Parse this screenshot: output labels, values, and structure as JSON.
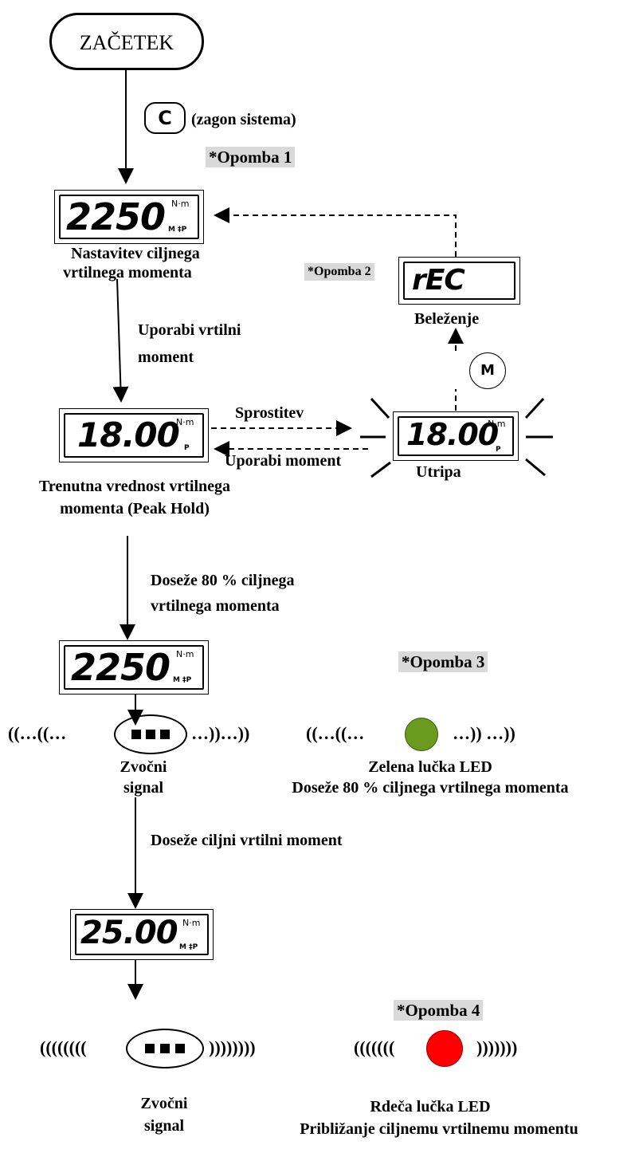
{
  "start": {
    "label": "ZAČETEK"
  },
  "step1": {
    "button_letter": "C",
    "label": "(zagon sistema)"
  },
  "note1": "*Opomba 1",
  "display1": {
    "value": "2250",
    "unit": "N·m",
    "mode": "M ‡P",
    "caption_line1": "Nastavitev ciljnega",
    "caption_line2": "vrtilnega momenta"
  },
  "step2": {
    "line1": "Uporabi vrtilni",
    "line2": "moment"
  },
  "display2": {
    "value": "18.00",
    "unit": "N·m",
    "mode": "P",
    "caption_line1": "Trenutna vrednost vrtilnega",
    "caption_line2": "momenta (Peak Hold)"
  },
  "release_label": "Sprostitev",
  "apply_label": "Uporabi moment",
  "display_blink": {
    "value": "18.00",
    "unit": "N·m",
    "mode": "P",
    "caption": "Utripa"
  },
  "m_button": "M",
  "note2": "*Opomba 2",
  "rec_display": {
    "value": "rEC",
    "caption": "Beleženje"
  },
  "step3": {
    "line1": "Doseže 80 % ciljnega",
    "line2": "vrtilnega momenta"
  },
  "display3": {
    "value": "2250",
    "unit": "N·m",
    "mode": "M ‡P"
  },
  "note3": "*Opomba 3",
  "buzzer1": {
    "left": "((…((…",
    "right": "…))…))",
    "caption_line1": "Zvočni",
    "caption_line2": "signal"
  },
  "led_green": {
    "left": "((…((…",
    "right": "…)) …))",
    "color": "#6b9b1e",
    "caption_line1": "Zelena lučka LED",
    "caption_line2": "Doseže 80 % ciljnega vrtilnega momenta"
  },
  "step4": "Doseže ciljni vrtilni moment",
  "display4": {
    "value": "25.00",
    "unit": "N·m",
    "mode": "M ‡P"
  },
  "note4": "*Opomba 4",
  "buzzer2": {
    "left": "((((((((",
    "right": "))))))))",
    "caption_line1": "Zvočni",
    "caption_line2": "signal"
  },
  "led_red": {
    "left": "(((((((",
    "right": ")))))))",
    "color": "#ff0000",
    "caption_line1": "Rdeča lučka LED",
    "caption_line2": "Približanje ciljnemu vrtilnemu momentu"
  }
}
